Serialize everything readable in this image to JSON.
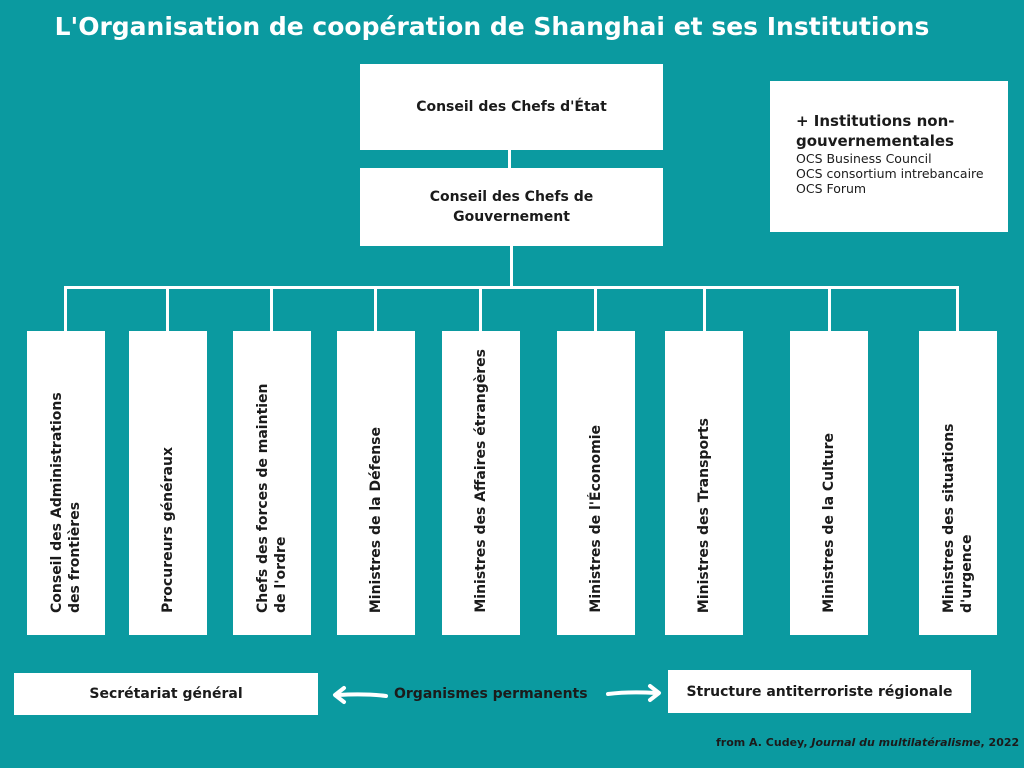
{
  "title": "L'Organisation de coopération de Shanghai et ses Institutions",
  "top": {
    "heads_of_state": "Conseil des Chefs d'État",
    "heads_of_government": "Conseil des Chefs de Gouvernement"
  },
  "ngo": {
    "title": "+ Institutions non-gouvernementales",
    "items": [
      "OCS Business Council",
      "OCS consortium intrebancaire",
      "OCS Forum"
    ]
  },
  "councils": [
    "Conseil des Administrations des frontières",
    "Procureurs généraux",
    "Chefs des forces de maintien de l'ordre",
    "Ministres de la Défense",
    "Ministres des Affaires étrangères",
    "Ministres de l'Économie",
    "Ministres des Transports",
    "Ministres de la Culture",
    "Ministres des situations d'urgence"
  ],
  "permanent": {
    "left": "Secrétariat général",
    "label": "Organismes permanents",
    "right": "Structure antiterroriste régionale"
  },
  "credit": {
    "prefix": "from A. Cudey, ",
    "journal": "Journal du multilatéralisme",
    "suffix": ", 2022"
  },
  "colors": {
    "background": "#0b9aa0",
    "box": "#ffffff",
    "text": "#1b1b1b"
  }
}
